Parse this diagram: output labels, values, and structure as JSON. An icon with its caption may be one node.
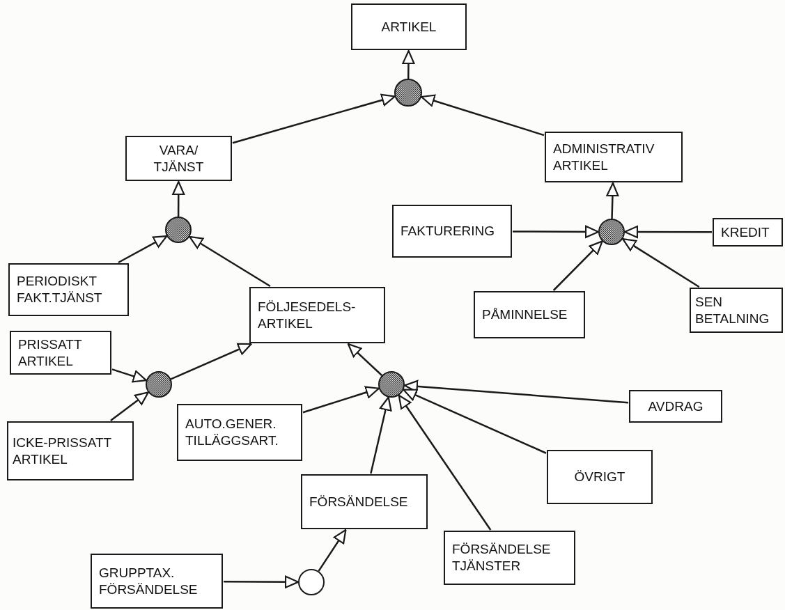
{
  "diagram": {
    "nodes": [
      {
        "text": [
          "ARTIKEL"
        ]
      },
      {
        "text": [
          "VARA/ TJÄNST"
        ]
      },
      {
        "text": [
          "ADMINISTRATIV ARTIKEL"
        ]
      },
      {
        "text": [
          "FAKTURERING"
        ]
      },
      {
        "text": [
          "KREDIT"
        ]
      },
      {
        "text": [
          "PERIODISKT FAKT.TJÄNST"
        ]
      },
      {
        "text": [
          "FÖLJESEDELS- ARTIKEL"
        ]
      },
      {
        "text": [
          "PÅMINNELSE"
        ]
      },
      {
        "text": [
          "SEN BETALNING"
        ]
      },
      {
        "text": [
          "PRISSATT ARTIKEL"
        ]
      },
      {
        "text": [
          "AUTO.GENER. TILLÄGGSART."
        ]
      },
      {
        "text": [
          "AVDRAG"
        ]
      },
      {
        "text": [
          "ICKE-PRISSATT ARTIKEL"
        ]
      },
      {
        "text": [
          "ÖVRIGT"
        ]
      },
      {
        "text": [
          "FÖRSÄNDELSE"
        ]
      },
      {
        "text": [
          "FÖRSÄNDELSE TJÄNSTER"
        ]
      },
      {
        "text": [
          "GRUPPTAX. FÖRSÄNDELSE"
        ]
      },
      {
        "text": [],
        "shape": "circle"
      },
      {
        "text": [],
        "shape": "circle"
      },
      {
        "text": [],
        "shape": "circle"
      },
      {
        "text": [],
        "shape": "circle"
      },
      {
        "text": [],
        "shape": "circle"
      },
      {
        "text": [],
        "shape": "circle"
      }
    ],
    "edges": [
      {
        "from": 17,
        "to": 0,
        "arrow": "to"
      },
      {
        "from": 1,
        "to": 17,
        "arrow": "to"
      },
      {
        "from": 2,
        "to": 17,
        "arrow": "to"
      },
      {
        "from": 18,
        "to": 1,
        "arrow": "to"
      },
      {
        "from": 5,
        "to": 18,
        "arrow": "to"
      },
      {
        "from": 6,
        "to": 18,
        "arrow": "to"
      },
      {
        "from": 19,
        "to": 2,
        "arrow": "to"
      },
      {
        "from": 3,
        "to": 19,
        "arrow": "to"
      },
      {
        "from": 4,
        "to": 19,
        "arrow": "to"
      },
      {
        "from": 7,
        "to": 19,
        "arrow": "to"
      },
      {
        "from": 8,
        "to": 19,
        "arrow": "to"
      },
      {
        "from": 20,
        "to": 6,
        "arrow": "to"
      },
      {
        "from": 9,
        "to": 20,
        "arrow": "to"
      },
      {
        "from": 12,
        "to": 20,
        "arrow": "to"
      },
      {
        "from": 21,
        "to": 6,
        "arrow": "to"
      },
      {
        "from": 10,
        "to": 21,
        "arrow": "to"
      },
      {
        "from": 11,
        "to": 21,
        "arrow": "to"
      },
      {
        "from": 13,
        "to": 21,
        "arrow": "to"
      },
      {
        "from": 14,
        "to": 21,
        "arrow": "to"
      },
      {
        "from": 15,
        "to": 21,
        "arrow": "to"
      },
      {
        "from": 22,
        "to": 14,
        "arrow": "to"
      },
      {
        "from": 16,
        "to": 22,
        "arrow": "to"
      }
    ]
  }
}
